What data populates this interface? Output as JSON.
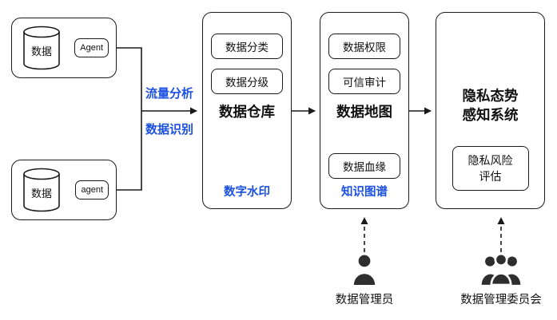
{
  "colors": {
    "accent_blue": "#1b50e0",
    "stroke": "#1a1a1a",
    "icon_gray": "#2e2e2e"
  },
  "sources": [
    {
      "db_label": "数据",
      "agent_label": "Agent"
    },
    {
      "db_label": "数据",
      "agent_label": "agent"
    }
  ],
  "flow": {
    "label_top": "流量分析",
    "label_bottom": "数据识别"
  },
  "warehouse": {
    "title": "数据仓库",
    "items": [
      "数据分类",
      "数据分级"
    ],
    "footnote": "数字水印"
  },
  "datamap": {
    "title": "数据地图",
    "items_top": [
      "数据权限",
      "可信审计"
    ],
    "item_bottom": "数据血缘",
    "footnote": "知识图谱"
  },
  "privacy": {
    "title_line1": "隐私态势",
    "title_line2": "感知系统",
    "assessment_line1": "隐私风险",
    "assessment_line2": "评估"
  },
  "actors": [
    {
      "label": "数据管理员"
    },
    {
      "label": "数据管理委员会"
    }
  ]
}
